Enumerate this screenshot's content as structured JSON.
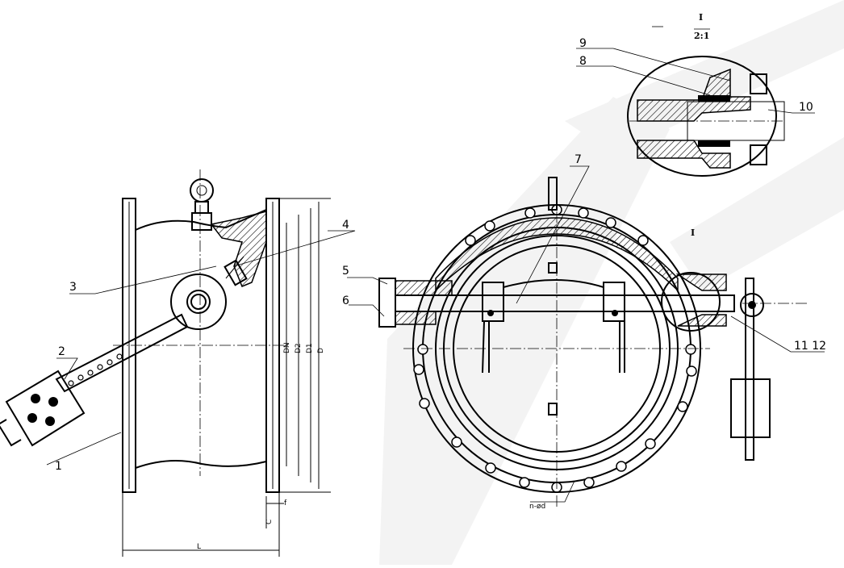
{
  "detail": {
    "mark": "I",
    "scale": "2:1"
  },
  "callouts": {
    "n1": "1",
    "n2": "2",
    "n3": "3",
    "n4": "4",
    "n5": "5",
    "n6": "6",
    "n7": "7",
    "n8": "8",
    "n9": "9",
    "n10": "10",
    "n11_12": "11 12"
  },
  "dims": {
    "DN": "DN",
    "D2": "D2",
    "D1": "D1",
    "D": "D",
    "f": "f",
    "C": "C",
    "L": "L",
    "n_d": "n-ød",
    "section_I": "I"
  },
  "colors": {
    "line": "#000000",
    "watermark": "#f4f4f4"
  }
}
